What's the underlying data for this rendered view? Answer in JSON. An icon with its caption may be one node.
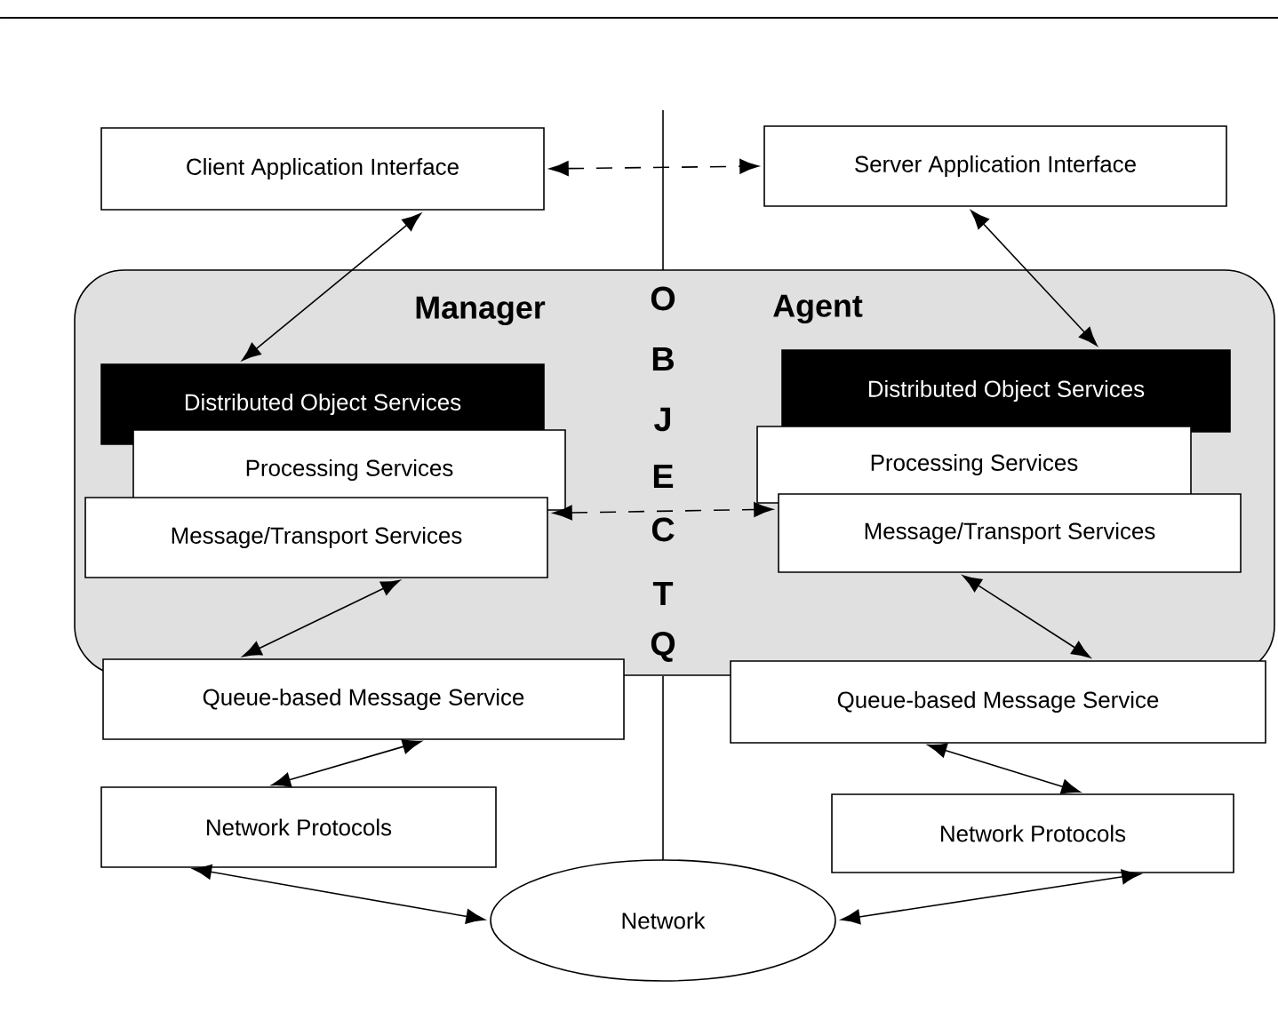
{
  "diagram": {
    "nodes": [
      {
        "text": [
          "Client Application Interface"
        ]
      },
      {
        "text": [
          "Server Application Interface"
        ]
      },
      {
        "text": [
          "Manager",
          "Agent"
        ]
      },
      {
        "text": [
          "Distributed Object Services"
        ],
        "in": 2
      },
      {
        "text": [
          "Processing Services"
        ],
        "in": 2
      },
      {
        "text": [
          "Message/Transport Services"
        ],
        "in": 2
      },
      {
        "text": [
          "Distributed Object Services"
        ],
        "in": 2
      },
      {
        "text": [
          "Processing Services"
        ],
        "in": 2
      },
      {
        "text": [
          "Message/Transport Services"
        ],
        "in": 2
      },
      {
        "text": [
          "Queue-based Message Service"
        ]
      },
      {
        "text": [
          "Queue-based Message Service"
        ]
      },
      {
        "text": [
          "Network Protocols"
        ]
      },
      {
        "text": [
          "Network Protocols"
        ]
      },
      {
        "text": [
          "Network"
        ]
      }
    ],
    "edges": [
      {
        "from": 0,
        "to": 1,
        "arrow": "both",
        "style": "dashed"
      },
      {
        "from": 0,
        "to": 3,
        "arrow": "both"
      },
      {
        "from": 1,
        "to": 6,
        "arrow": "both"
      },
      {
        "from": 5,
        "to": 8,
        "arrow": "both",
        "style": "dashed"
      },
      {
        "from": 5,
        "to": 9,
        "arrow": "both"
      },
      {
        "from": 8,
        "to": 10,
        "arrow": "both"
      },
      {
        "from": 9,
        "to": 11,
        "arrow": "both"
      },
      {
        "from": 10,
        "to": 12,
        "arrow": "both"
      },
      {
        "from": 11,
        "to": 13,
        "arrow": "both"
      },
      {
        "from": 12,
        "to": 13,
        "arrow": "both"
      }
    ],
    "labels": [
      "O",
      "B",
      "J",
      "E",
      "C",
      "T",
      "Q"
    ]
  }
}
